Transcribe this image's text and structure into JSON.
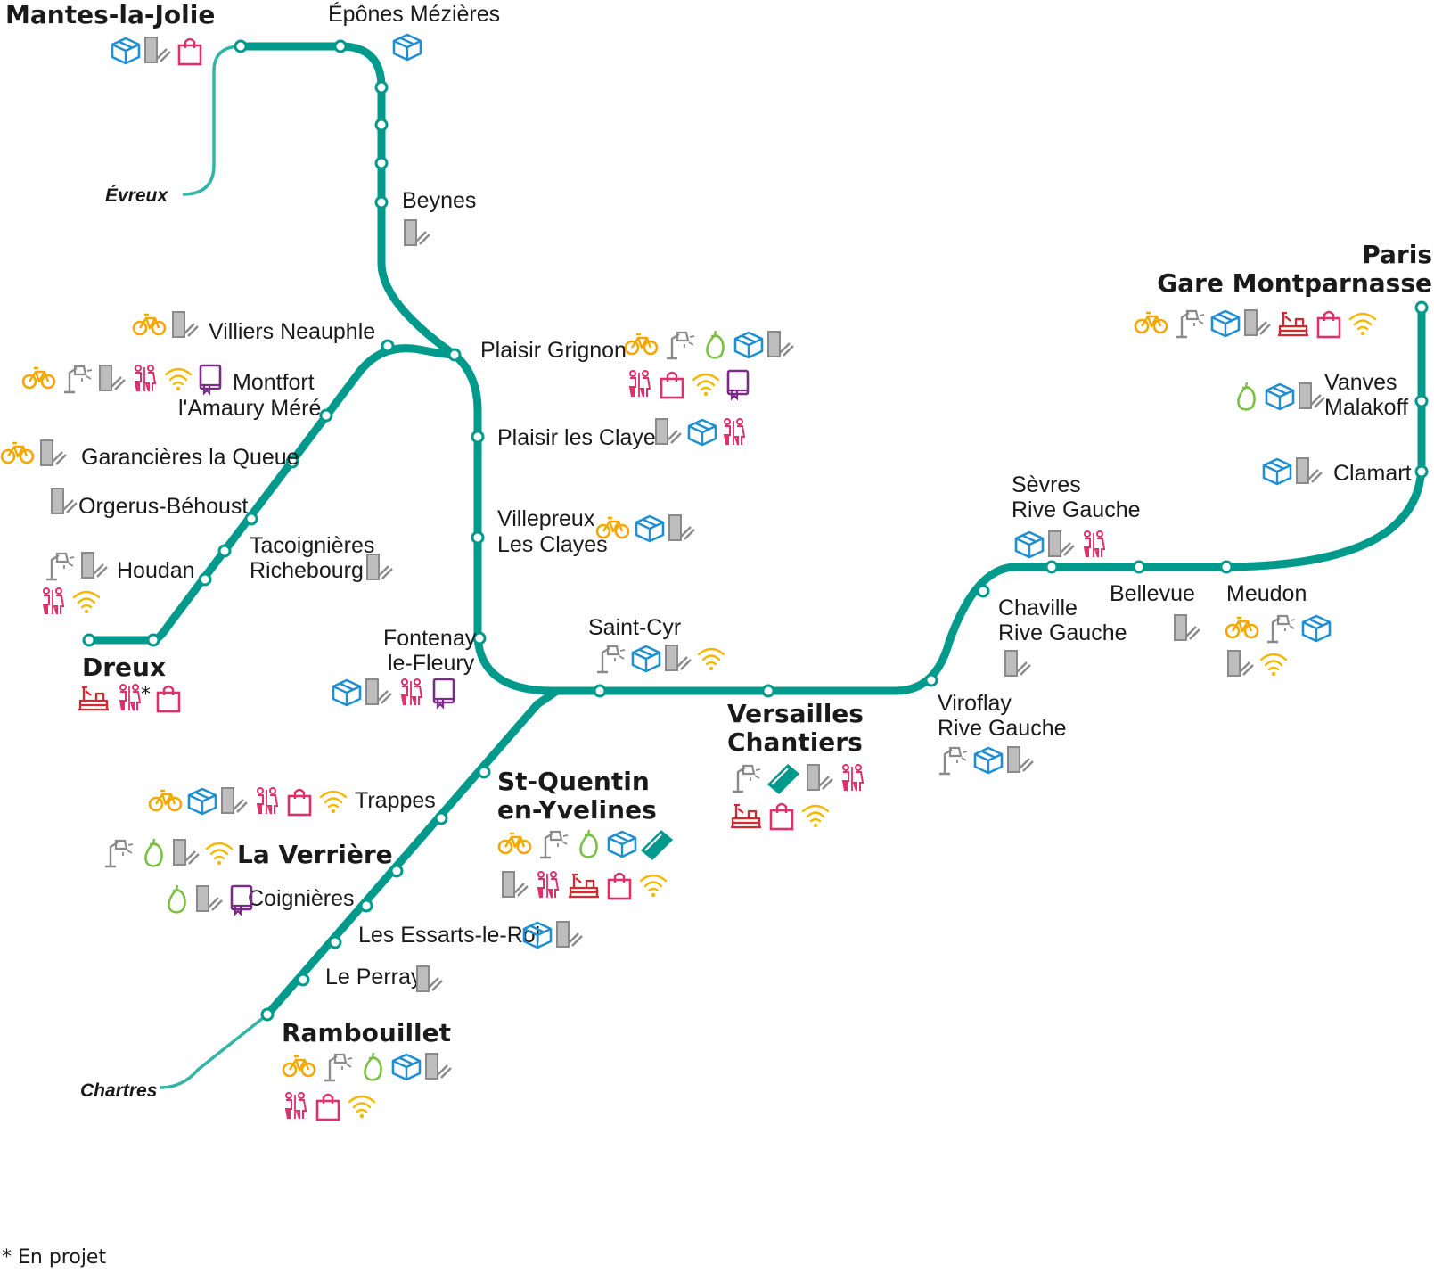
{
  "colors": {
    "line": "#009a8c",
    "branch": "#33b5a5",
    "bike": "#f5a700",
    "locker": "#1f8fd1",
    "shop": "#e0306a",
    "wc": "#e0306a",
    "wifi": "#f5b700",
    "veg": "#7ac143",
    "book": "#7b2a88",
    "ticket": "#009a8c",
    "restaurant": "#d8282f",
    "gray": "#8a8a8a"
  },
  "footnote": "* En projet",
  "terminals": [
    {
      "id": "evreux",
      "label": "Évreux"
    },
    {
      "id": "chartres",
      "label": "Chartres"
    }
  ],
  "stations": [
    {
      "id": "mantes",
      "lines": [
        "Mantes-la-Jolie"
      ],
      "major": true,
      "icons": [
        "locker",
        "ticket-machine",
        "shop"
      ]
    },
    {
      "id": "epones",
      "lines": [
        "Épônes Mézières"
      ],
      "major": false,
      "icons": [
        "locker"
      ]
    },
    {
      "id": "beynes",
      "lines": [
        "Beynes"
      ],
      "major": false,
      "icons": [
        "ticket-machine"
      ]
    },
    {
      "id": "villiers",
      "lines": [
        "Villiers Neauphle"
      ],
      "major": false,
      "icons": [
        "bike",
        "ticket-machine"
      ]
    },
    {
      "id": "montfort",
      "lines": [
        "Montfort",
        "l'Amaury Méré"
      ],
      "major": false,
      "icons": [
        "bike",
        "lamp",
        "ticket-machine",
        "wc",
        "wifi",
        "book"
      ]
    },
    {
      "id": "garancieres",
      "lines": [
        "Garancières la Queue"
      ],
      "major": false,
      "icons": [
        "bike",
        "ticket-machine"
      ]
    },
    {
      "id": "orgerus",
      "lines": [
        "Orgerus-Béhoust"
      ],
      "major": false,
      "icons": [
        "ticket-machine"
      ]
    },
    {
      "id": "tacoignieres",
      "lines": [
        "Tacoignières",
        "Richebourg"
      ],
      "major": false,
      "icons": [
        "ticket-machine"
      ]
    },
    {
      "id": "houdan",
      "lines": [
        "Houdan"
      ],
      "major": false,
      "icons": [
        "lamp",
        "ticket-machine",
        "wc",
        "wifi"
      ]
    },
    {
      "id": "dreux",
      "lines": [
        "Dreux"
      ],
      "major": true,
      "icons": [
        "restaurant",
        "wc",
        "shop"
      ],
      "note": "*"
    },
    {
      "id": "plaisir-grignon",
      "lines": [
        "Plaisir Grignon"
      ],
      "major": false,
      "icons": [
        "bike",
        "lamp",
        "veg",
        "locker",
        "ticket-machine",
        "wc",
        "shop",
        "wifi",
        "book"
      ]
    },
    {
      "id": "plaisir-clayes",
      "lines": [
        "Plaisir les Clayes"
      ],
      "major": false,
      "icons": [
        "ticket-machine",
        "locker",
        "wc"
      ]
    },
    {
      "id": "villepreux",
      "lines": [
        "Villepreux",
        "Les Clayes"
      ],
      "major": false,
      "icons": [
        "bike",
        "locker",
        "ticket-machine"
      ]
    },
    {
      "id": "fontenay",
      "lines": [
        "Fontenay",
        "le-Fleury"
      ],
      "major": false,
      "icons": [
        "locker",
        "ticket-machine",
        "wc",
        "book"
      ]
    },
    {
      "id": "saint-cyr",
      "lines": [
        "Saint-Cyr"
      ],
      "major": false,
      "icons": [
        "lamp",
        "locker",
        "ticket-machine",
        "wifi"
      ]
    },
    {
      "id": "versailles",
      "lines": [
        "Versailles",
        "Chantiers"
      ],
      "major": true,
      "icons": [
        "lamp",
        "ticket",
        "ticket-machine",
        "wc",
        "restaurant",
        "shop",
        "wifi"
      ]
    },
    {
      "id": "viroflay",
      "lines": [
        "Viroflay",
        "Rive Gauche"
      ],
      "major": false,
      "icons": [
        "lamp",
        "locker",
        "ticket-machine"
      ]
    },
    {
      "id": "chaville",
      "lines": [
        "Chaville",
        "Rive Gauche"
      ],
      "major": false,
      "icons": [
        "ticket-machine"
      ]
    },
    {
      "id": "sevres",
      "lines": [
        "Sèvres",
        "Rive Gauche"
      ],
      "major": false,
      "icons": [
        "locker",
        "ticket-machine",
        "wc"
      ]
    },
    {
      "id": "bellevue",
      "lines": [
        "Bellevue"
      ],
      "major": false,
      "icons": [
        "ticket-machine"
      ]
    },
    {
      "id": "meudon",
      "lines": [
        "Meudon"
      ],
      "major": false,
      "icons": [
        "bike",
        "lamp",
        "locker",
        "ticket-machine",
        "wifi"
      ]
    },
    {
      "id": "clamart",
      "lines": [
        "Clamart"
      ],
      "major": false,
      "icons": [
        "locker",
        "ticket-machine"
      ]
    },
    {
      "id": "vanves",
      "lines": [
        "Vanves",
        "Malakoff"
      ],
      "major": false,
      "icons": [
        "veg",
        "locker",
        "ticket-machine"
      ]
    },
    {
      "id": "paris",
      "lines": [
        "Paris",
        "Gare Montparnasse"
      ],
      "major": true,
      "icons": [
        "bike",
        "lamp",
        "locker",
        "ticket-machine",
        "restaurant",
        "shop",
        "wifi"
      ]
    },
    {
      "id": "trappes",
      "lines": [
        "Trappes"
      ],
      "major": false,
      "icons": [
        "bike",
        "locker",
        "ticket-machine",
        "wc",
        "shop",
        "wifi"
      ]
    },
    {
      "id": "la-verriere",
      "lines": [
        "La Verrière"
      ],
      "major": true,
      "icons": [
        "lamp",
        "veg",
        "ticket-machine",
        "wifi"
      ]
    },
    {
      "id": "coignieres",
      "lines": [
        "Coignières"
      ],
      "major": false,
      "icons": [
        "veg",
        "ticket-machine",
        "book"
      ]
    },
    {
      "id": "st-quentin",
      "lines": [
        "St-Quentin",
        "en-Yvelines"
      ],
      "major": true,
      "icons": [
        "bike",
        "lamp",
        "veg",
        "locker",
        "ticket",
        "ticket-machine",
        "wc",
        "restaurant",
        "shop",
        "wifi"
      ]
    },
    {
      "id": "essarts",
      "lines": [
        "Les Essarts-le-Roi"
      ],
      "major": false,
      "icons": [
        "locker",
        "ticket-machine"
      ]
    },
    {
      "id": "le-perray",
      "lines": [
        "Le Perray"
      ],
      "major": false,
      "icons": [
        "ticket-machine"
      ]
    },
    {
      "id": "rambouillet",
      "lines": [
        "Rambouillet"
      ],
      "major": true,
      "icons": [
        "bike",
        "lamp",
        "veg",
        "locker",
        "ticket-machine",
        "wc",
        "shop",
        "wifi"
      ]
    }
  ]
}
